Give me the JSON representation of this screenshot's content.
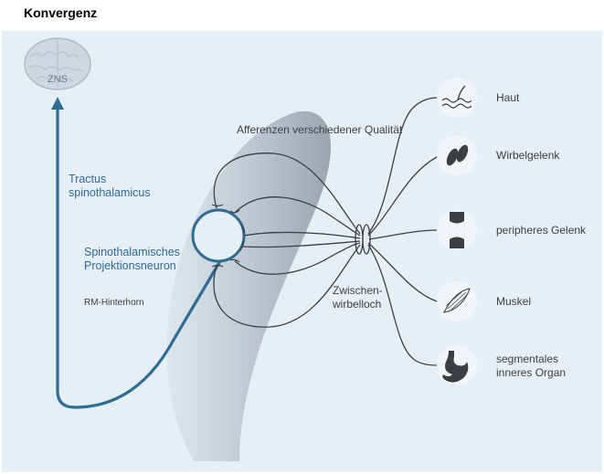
{
  "title": "Konvergenz",
  "brain_label": "ZNS",
  "labels": {
    "afferent": "Afferenzen verschiedener Qualität",
    "tract_line1": "Tractus",
    "tract_line2": "spinothalamicus",
    "neuron_line1": "Spinothalamisches",
    "neuron_line2": "Projektionsneuron",
    "horn": "RM-Hinterhorn",
    "foramen_line1": "Zwischen-",
    "foramen_line2": "wirbelloch"
  },
  "targets": [
    {
      "line1": "Haut",
      "line2": "",
      "icon": "skin-hair-icon"
    },
    {
      "line1": "Wirbelgelenk",
      "line2": "",
      "icon": "vertebral-joint-icon"
    },
    {
      "line1": "peripheres Gelenk",
      "line2": "",
      "icon": "knee-joint-icon"
    },
    {
      "line1": "Muskel",
      "line2": "",
      "icon": "muscle-icon"
    },
    {
      "line1": "segmentales",
      "line2": "inneres Organ",
      "icon": "stomach-icon"
    }
  ],
  "colors": {
    "background": "#e6eef6",
    "horn_shape": "#b9c3cd",
    "pathway": "#2f6c94",
    "nerve": "#3b3f44",
    "icon_circle": "#f2f5f8"
  }
}
